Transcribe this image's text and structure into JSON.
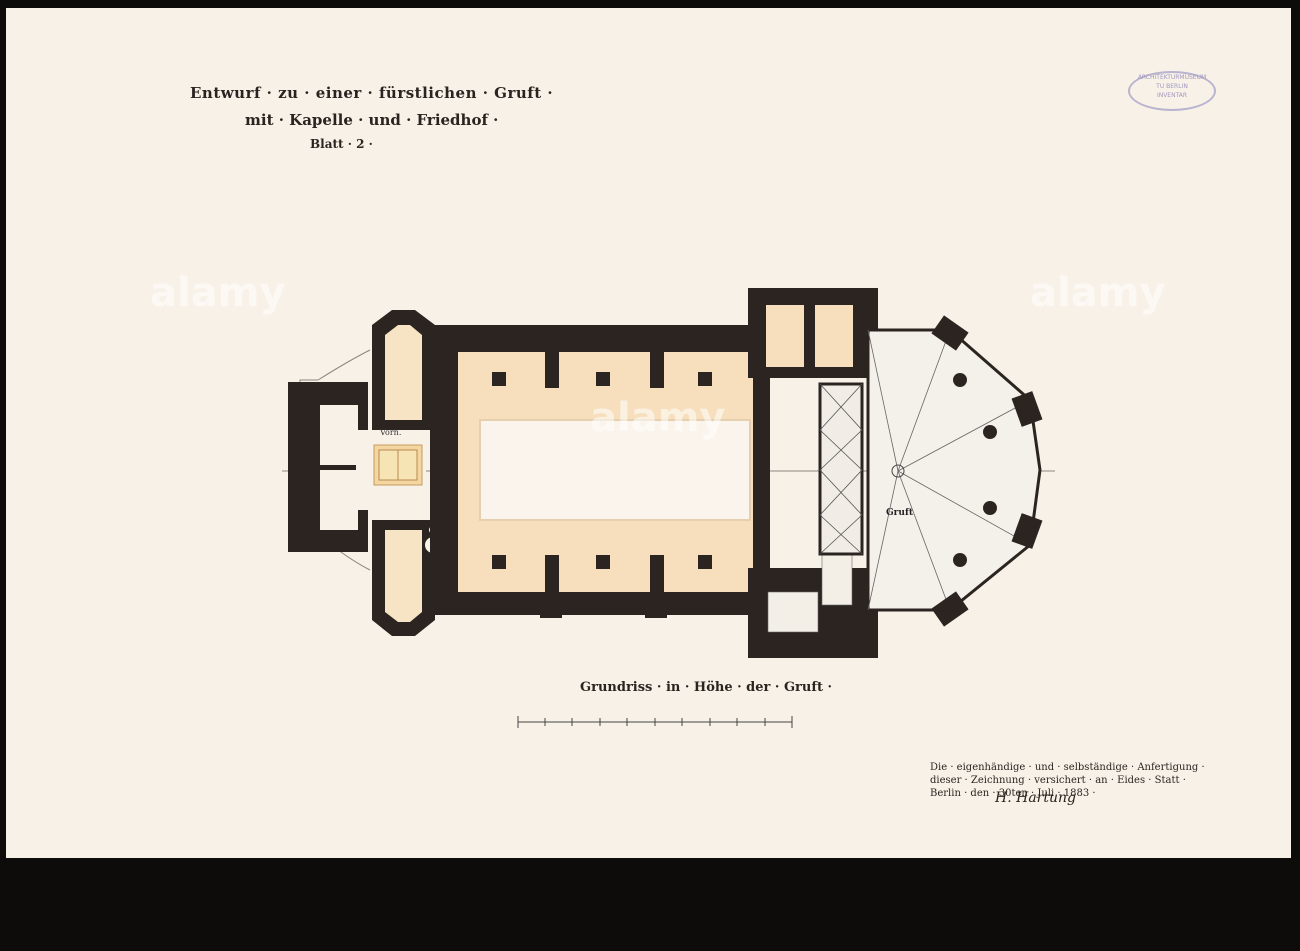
{
  "title": {
    "line1": "Entwurf · zu · einer · fürstlichen · Gruft ·",
    "line2": "mit · Kapelle · und · Friedhof ·",
    "sheet": "Blatt · 2 ·"
  },
  "stamp": {
    "lines": [
      "ARCHITEKTURMUSEUM",
      "TU BERLIN",
      "INVENTAR"
    ]
  },
  "plan": {
    "room_label": "Gruft",
    "entrance_label": "Vorh.",
    "caption": "Grundriss · in · Höhe · der · Gruft ·"
  },
  "note": {
    "line1": "Die · eigenhändige · und · selbständige · Anfertigung ·",
    "line2": "dieser · Zeichnung · versichert · an · Eides · Statt ·",
    "line3": "Berlin · den · 30ten · Juli · 1883 ·",
    "signature": "H. Hartung"
  },
  "watermark": "alamy",
  "colors": {
    "paper": "#f8f1e8",
    "walls": "#2c2420",
    "floor": "#f7dfbd",
    "frame": "#0d0c0b"
  }
}
